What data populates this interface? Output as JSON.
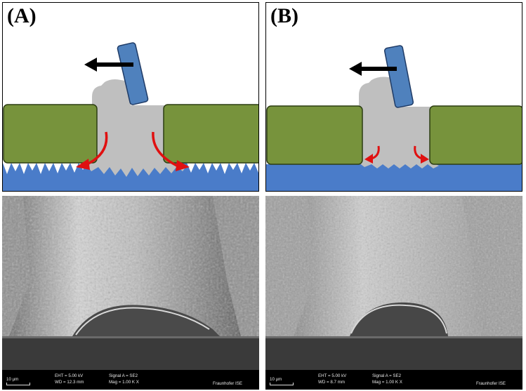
{
  "panels": [
    {
      "label": "(A)",
      "sem": {
        "scale_label": "10 µm",
        "eht": "EHT =  5.00 kV",
        "wd": "WD = 12.3 mm",
        "signal": "Signal A = SE2",
        "mag": "Mag =    1.00 K X",
        "brand": "Fraunhofer ISE"
      }
    },
    {
      "label": "(B)",
      "sem": {
        "scale_label": "10 µm",
        "eht": "EHT =  5.00 kV",
        "wd": "WD =  8.7 mm",
        "signal": "Signal A = SE2",
        "mag": "Mag =    1.00 K X",
        "brand": "Fraunhofer ISE"
      }
    }
  ],
  "colors": {
    "substrate_blue": "#4a7cc9",
    "mask_green": "#77933c",
    "paste_gray": "#bfbfbf",
    "squeegee_blue": "#4f81bd",
    "flow_arrow_red": "#e01010",
    "direction_arrow": "#000000"
  },
  "icons": {
    "print_direction": "left-arrow-icon",
    "paste_flow": "curved-arrow-icon"
  }
}
